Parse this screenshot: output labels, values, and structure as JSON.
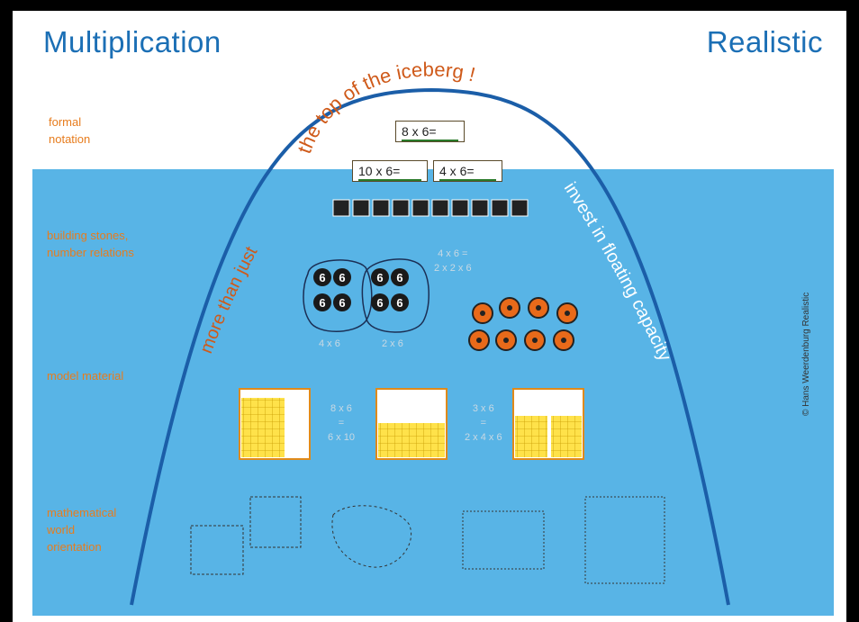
{
  "titles": {
    "left": "Multiplication",
    "right": "Realistic"
  },
  "levels": {
    "formal": "formal\nnotation",
    "building": "building stones,\nnumber relations",
    "model": "model material",
    "context": "mathematical\nworld\norientation"
  },
  "curve_labels": {
    "top": "the top of the iceberg !",
    "left": "more than just",
    "right": "invest in floating capacity"
  },
  "formulas": {
    "top": "8 x 6=",
    "left": "10 x 6=",
    "right": "4 x 6="
  },
  "tiles_count": 10,
  "group_labels": [
    "4 x 6",
    "2 x 6"
  ],
  "group_dots_value": "6",
  "relation_text": "4 x 6 =\n2 x 2 x 6",
  "model_texts": [
    "8 x 6\n=\n6 x 10",
    "3 x 6\n=\n2 x 4 x 6"
  ],
  "copyright": "© Hans Weerdenburg  Realistic",
  "colors": {
    "sea": "#58b4e6",
    "curve": "#1b5ea8",
    "accent": "#e77c1d",
    "title": "#1b6fb5"
  }
}
